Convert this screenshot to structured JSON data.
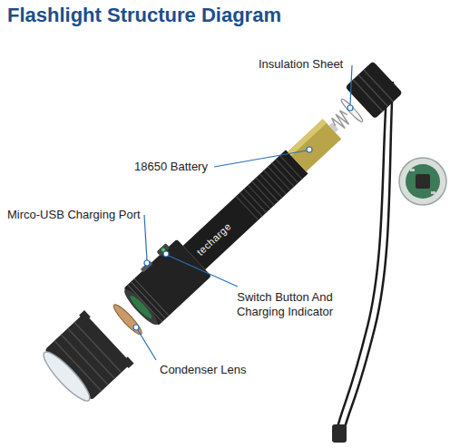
{
  "diagram": {
    "title": "Flashlight Structure Diagram",
    "labels": [
      "Insulation Sheet",
      "18650 Battery",
      "Mirco-USB Charging Port",
      "Switch Button And Charging Indicator",
      "Condenser Lens",
      "techarge"
    ]
  }
}
